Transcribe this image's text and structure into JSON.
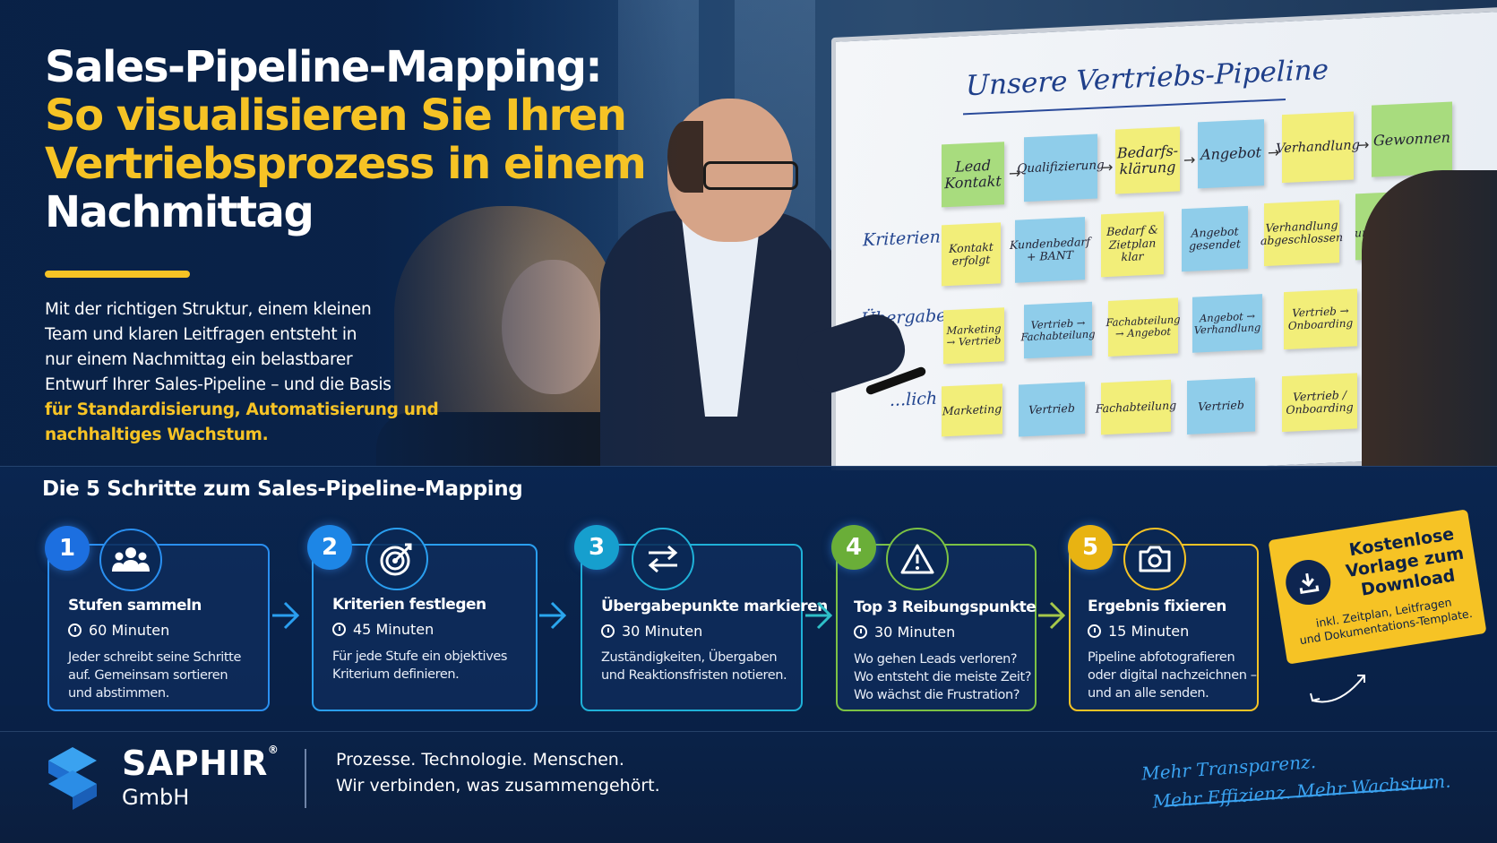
{
  "headline": {
    "line1": "Sales-Pipeline-Mapping:",
    "line2": "So visualisieren Sie Ihren",
    "line3": "Vertriebsprozess in einem",
    "line4": "Nachmittag"
  },
  "intro": {
    "text_line1": "Mit der richtigen Struktur, einem kleinen",
    "text_line2": "Team und klaren Leitfragen entsteht in",
    "text_line3": "nur einem Nachmittag ein belastbarer",
    "text_line4": "Entwurf Ihrer Sales-Pipeline – und die Basis",
    "highlight_line1": "für Standardisierung, Automatisierung und",
    "highlight_line2": "nachhaltiges Wachstum."
  },
  "whiteboard": {
    "title": "Unsere Vertriebs-Pipeline",
    "row_labels": [
      "Kriterien",
      "Übergaben",
      "...lich"
    ],
    "stages": [
      "Lead Kontakt",
      "Qualifizierung",
      "Bedarfs-klärung",
      "Angebot",
      "Verhandlung",
      "Gewonnen"
    ],
    "criteria": [
      "Kontakt erfolgt",
      "Kundenbedarf + BANT",
      "Bedarf & Zietplan klar",
      "Angebot gesendet",
      "Verhandlung abgeschlossen",
      "Vertrag unterzeichnet"
    ],
    "handovers": [
      "Marketing → Vertrieb",
      "Vertrieb → Fachabteilung",
      "Fachabteilung → Angebot",
      "Angebot → Verhandlung",
      "Vertrieb → Onboarding"
    ],
    "owners": [
      "Marketing",
      "Vertrieb",
      "Fachabteilung",
      "Vertrieb",
      "Vertrieb / Onboarding"
    ]
  },
  "steps_title": "Die 5 Schritte zum Sales-Pipeline-Mapping",
  "steps": [
    {
      "number": "1",
      "title": "Stufen sammeln",
      "time": "60 Minuten",
      "desc1": "Jeder schreibt seine Schritte",
      "desc2": "auf. Gemeinsam sortieren",
      "desc3": "und abstimmen.",
      "icon": "team-icon",
      "color": "#2a8ff0"
    },
    {
      "number": "2",
      "title": "Kriterien festlegen",
      "time": "45 Minuten",
      "desc1": "Für jede Stufe ein objektives",
      "desc2": "Kriterium definieren.",
      "desc3": "",
      "icon": "target-icon",
      "color": "#2a9ff0"
    },
    {
      "number": "3",
      "title": "Übergabepunkte markieren",
      "time": "30 Minuten",
      "desc1": "Zuständigkeiten, Übergaben",
      "desc2": "und Reaktionsfristen notieren.",
      "desc3": "",
      "icon": "exchange-arrows-icon",
      "color": "#1fb1d8"
    },
    {
      "number": "4",
      "title": "Top 3 Reibungspunkte",
      "time": "30 Minuten",
      "desc1": "Wo gehen Leads verloren?",
      "desc2": "Wo entsteht die meiste Zeit?",
      "desc3": "Wo wächst die Frustration?",
      "icon": "warning-icon",
      "color": "#7cc244"
    },
    {
      "number": "5",
      "title": "Ergebnis fixieren",
      "time": "15 Minuten",
      "desc1": "Pipeline abfotografieren",
      "desc2": "oder digital nachzeichnen –",
      "desc3": "und an alle senden.",
      "icon": "camera-icon",
      "color": "#f6c325"
    }
  ],
  "download": {
    "title1": "Kostenlose",
    "title2": "Vorlage zum",
    "title3": "Download",
    "sub1": "inkl. Zeitplan, Leitfragen",
    "sub2": "und Dokumentations-Template."
  },
  "footer": {
    "brand": "SAPHIR",
    "reg": "®",
    "brand_sub": "GmbH",
    "tagline1": "Prozesse. Technologie. Menschen.",
    "tagline2": "Wir verbinden, was zusammengehört.",
    "slogan1": "Mehr Transparenz.",
    "slogan2": "Mehr Effizienz. Mehr Wachstum."
  },
  "colors": {
    "accent_yellow": "#f6c325",
    "navy": "#0a2247",
    "slogan_blue": "#3aa2f0"
  }
}
